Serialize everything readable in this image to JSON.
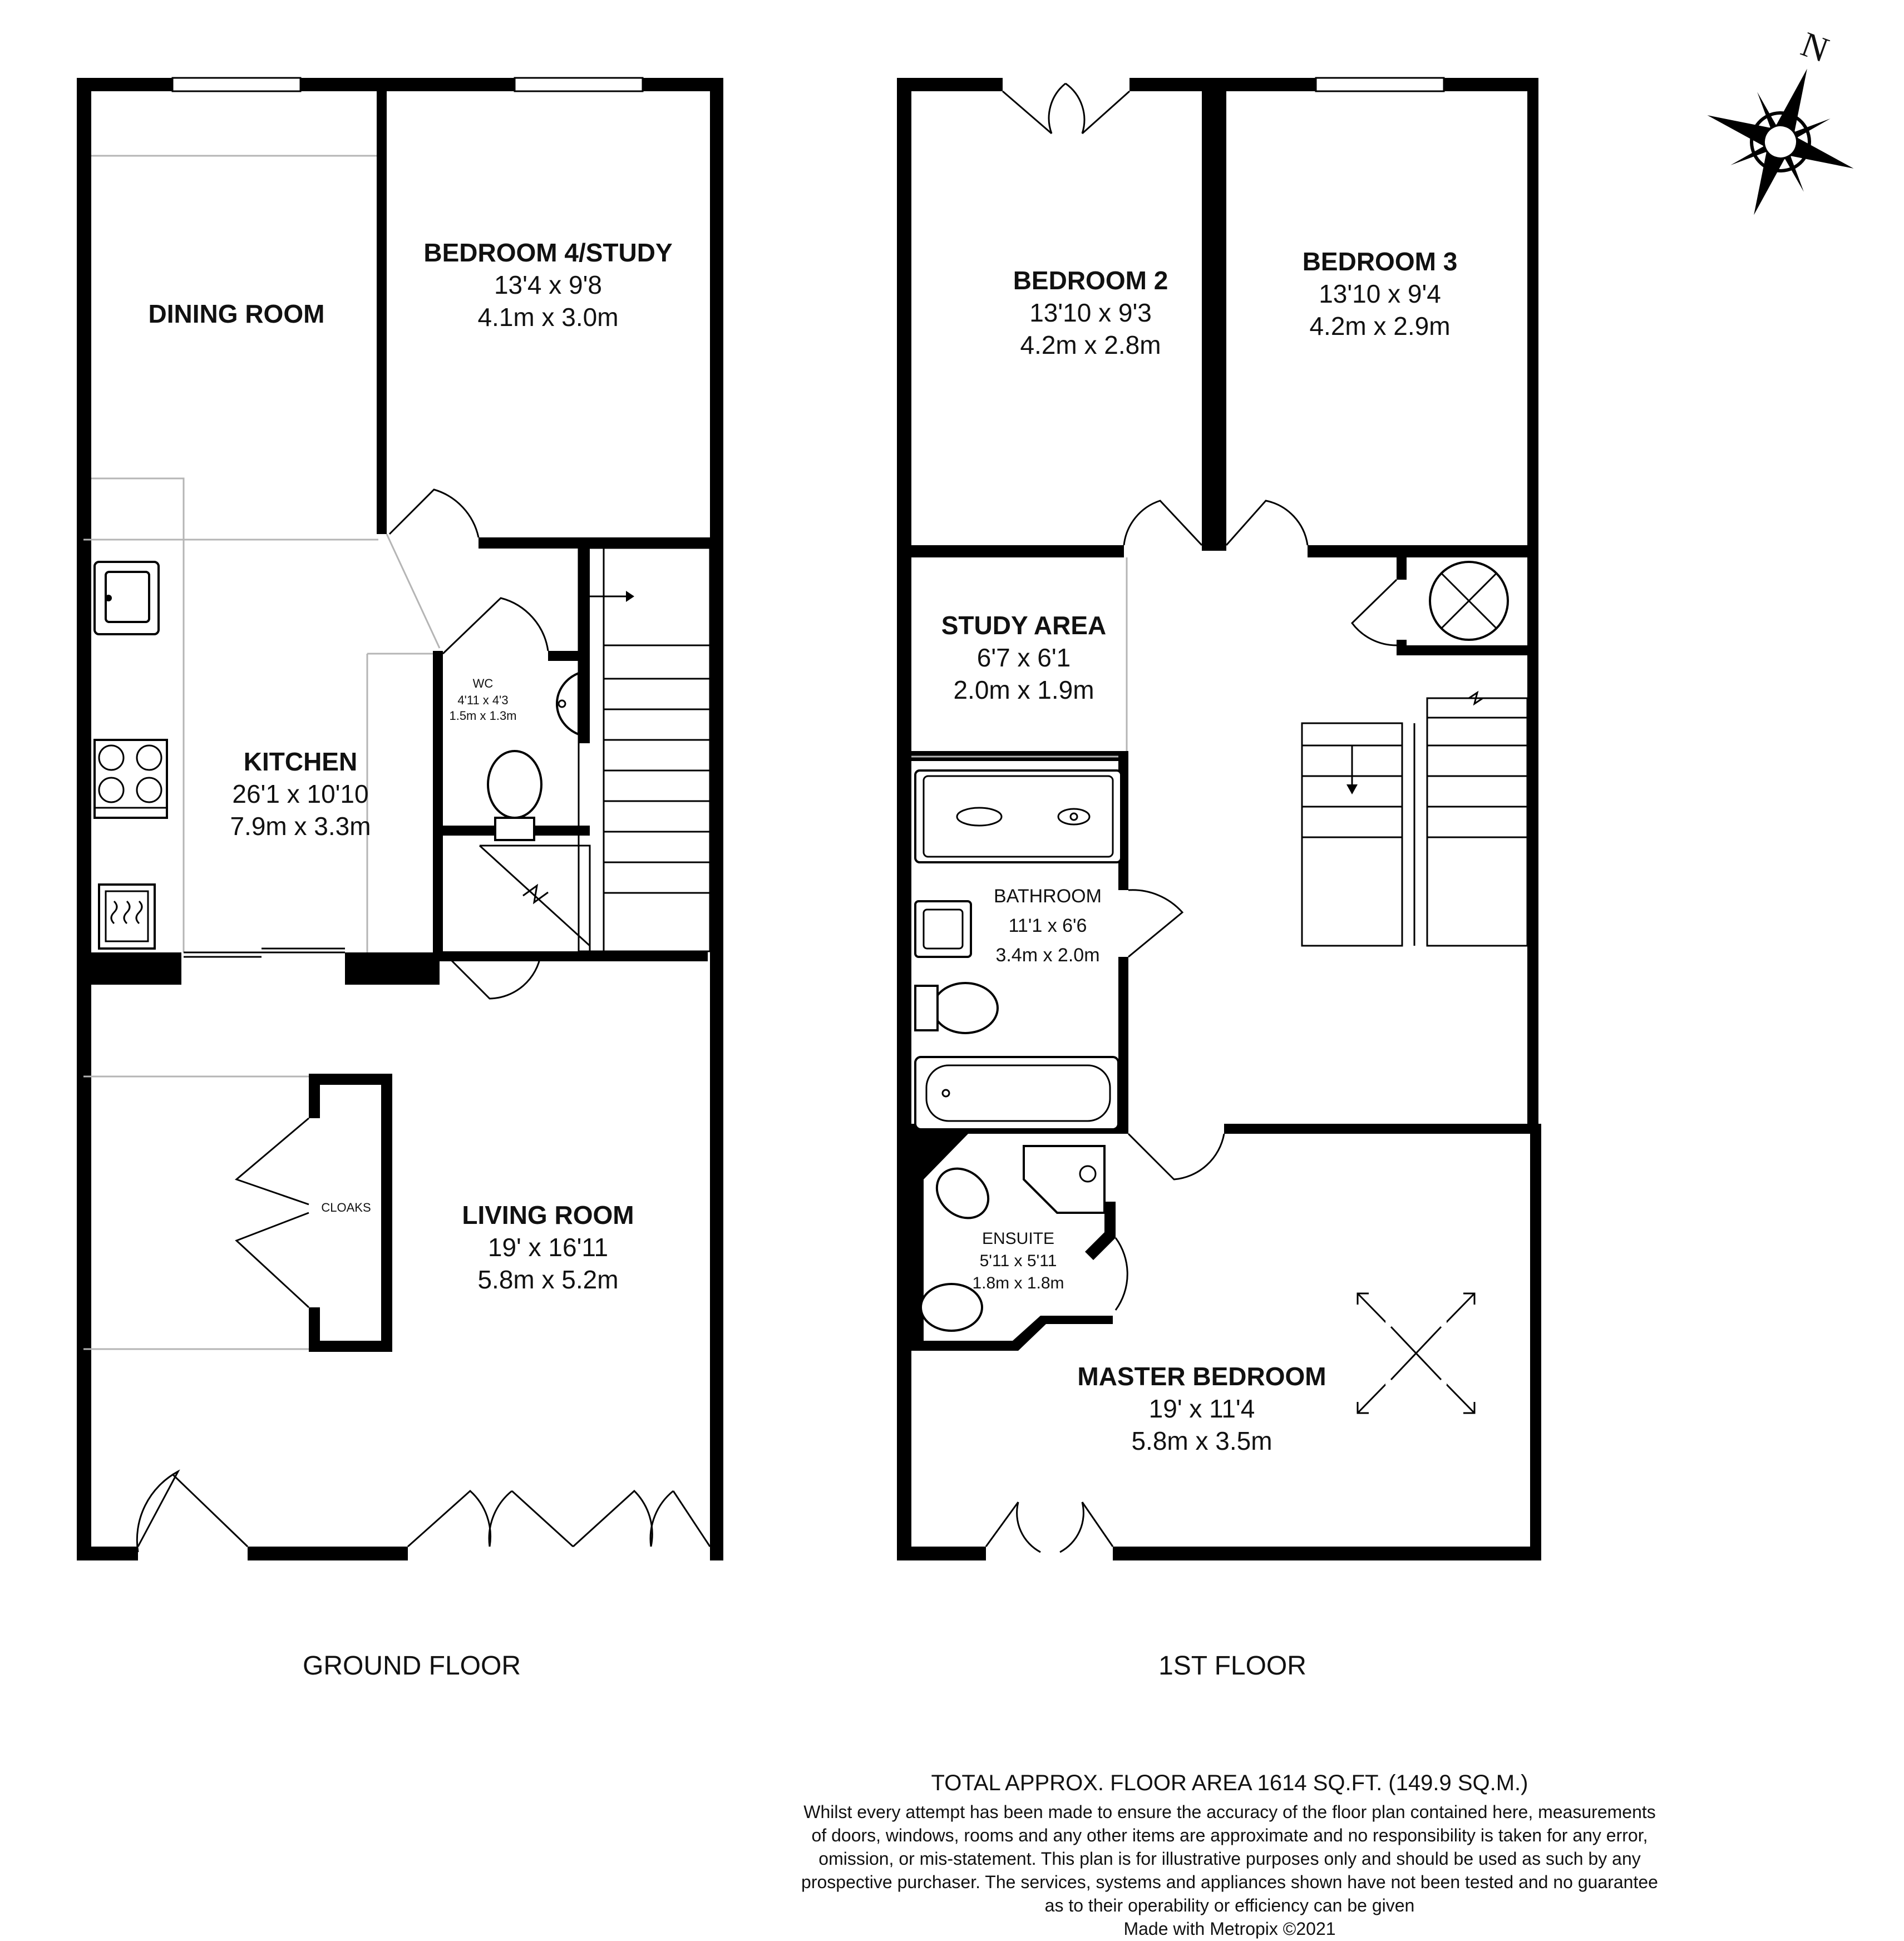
{
  "floors": {
    "ground": {
      "label": "GROUND FLOOR",
      "rooms": {
        "dining": {
          "name": "DINING ROOM"
        },
        "bedroom4": {
          "name": "BEDROOM 4/STUDY",
          "imperial": "13'4 x 9'8",
          "metric": "4.1m x 3.0m"
        },
        "kitchen": {
          "name": "KITCHEN",
          "imperial": "26'1 x 10'10",
          "metric": "7.9m x 3.3m"
        },
        "wc": {
          "name": "WC",
          "imperial": "4'11 x 4'3",
          "metric": "1.5m x 1.3m"
        },
        "living": {
          "name": "LIVING ROOM",
          "imperial": "19' x 16'11",
          "metric": "5.8m x 5.2m"
        },
        "cloaks": {
          "name": "CLOAKS"
        }
      }
    },
    "first": {
      "label": "1ST FLOOR",
      "rooms": {
        "bedroom2": {
          "name": "BEDROOM 2",
          "imperial": "13'10 x 9'3",
          "metric": "4.2m x 2.8m"
        },
        "bedroom3": {
          "name": "BEDROOM 3",
          "imperial": "13'10 x 9'4",
          "metric": "4.2m x 2.9m"
        },
        "study_area": {
          "name": "STUDY AREA",
          "imperial": "6'7 x 6'1",
          "metric": "2.0m x 1.9m"
        },
        "bathroom": {
          "name": "BATHROOM",
          "imperial": "11'1 x 6'6",
          "metric": "3.4m x 2.0m"
        },
        "ensuite": {
          "name": "ENSUITE",
          "imperial": "5'11 x 5'11",
          "metric": "1.8m x 1.8m"
        },
        "master": {
          "name": "MASTER BEDROOM",
          "imperial": "19' x 11'4",
          "metric": "5.8m x 3.5m"
        }
      }
    }
  },
  "compass": {
    "label": "N"
  },
  "footer": {
    "total": "TOTAL APPROX. FLOOR AREA 1614 SQ.FT. (149.9 SQ.M.)",
    "disclaimer_lines": [
      "Whilst every attempt has been made to ensure the accuracy of the floor plan contained here, measurements",
      "of doors, windows, rooms and any other items are approximate and no responsibility is taken for any error,",
      "omission, or mis-statement. This plan is for illustrative purposes only and should be used as such by any",
      "prospective purchaser. The services, systems and appliances shown have not been tested and no guarantee",
      "as to their operability or efficiency can be given"
    ],
    "credit": "Made with Metropix ©2021"
  }
}
